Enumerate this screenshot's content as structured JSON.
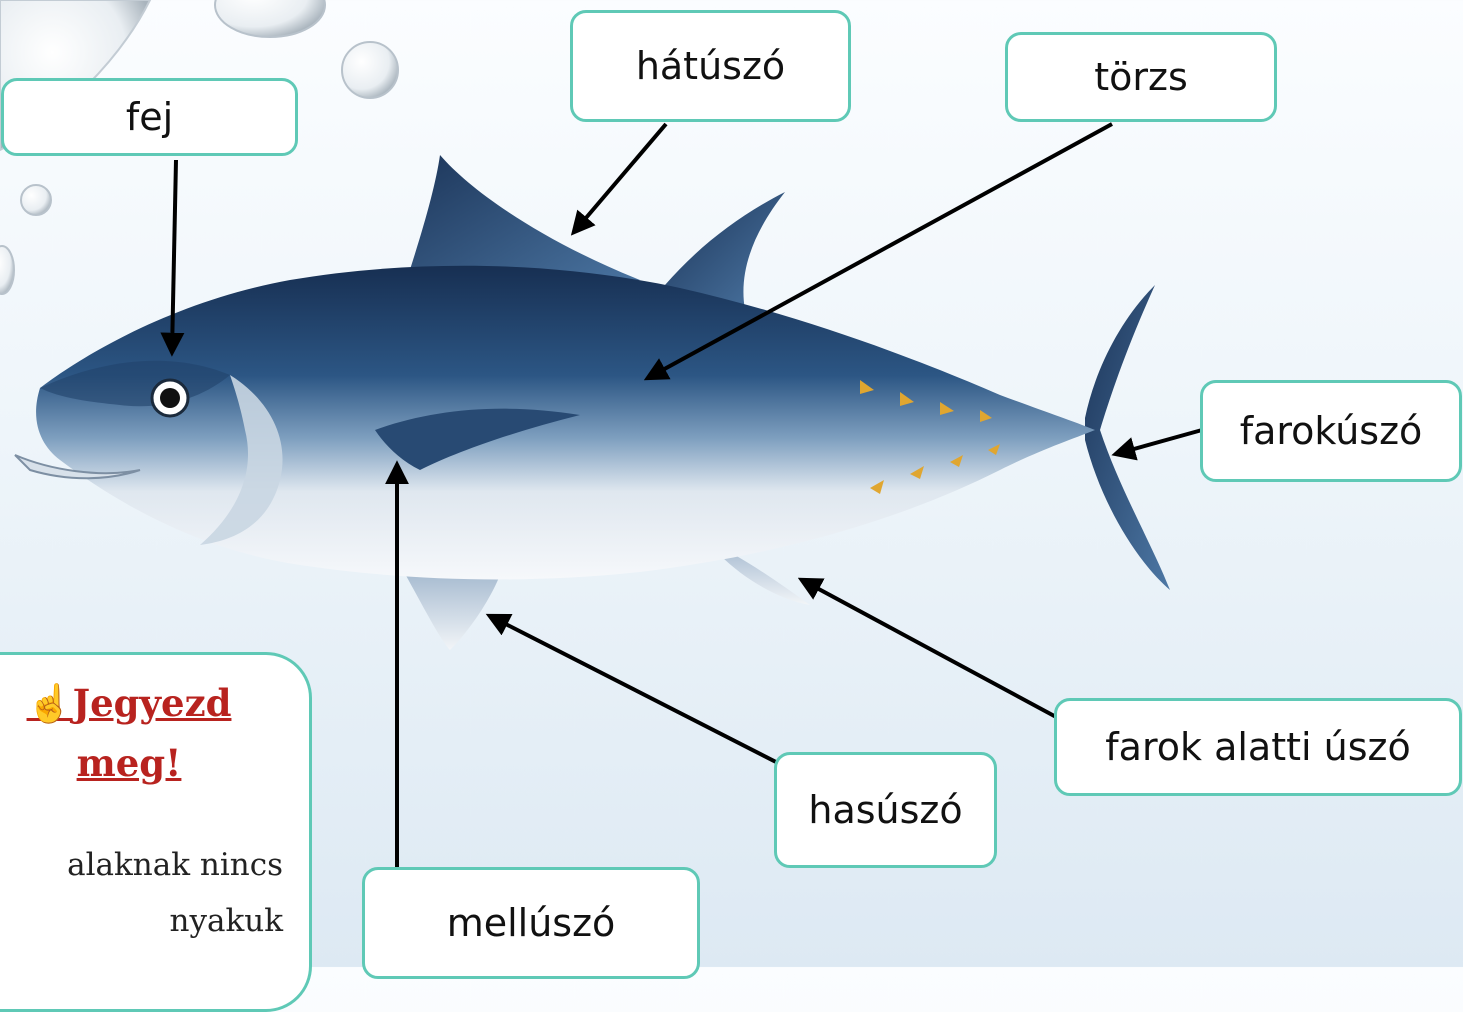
{
  "labels": {
    "fej": "fej",
    "hatuszo": "hátúszó",
    "torzs": "törzs",
    "farokuszo": "farokúszó",
    "farok_alatti_uszo": "farok alatti úszó",
    "hasuszo": "hasúszó",
    "melluszo": "mellúszó"
  },
  "note": {
    "icon": "hand-pointing-up-icon",
    "title_line1": "Jegyezd",
    "title_line2": "meg!",
    "body_line1": "alaknak nincs",
    "body_line2": "nyakuk"
  },
  "colors": {
    "box_border": "#5fc9b6",
    "note_title": "#b8231f",
    "fish_back": "#1f3d63",
    "fish_belly": "#e9eef4",
    "fin_accent": "#e0a630"
  }
}
